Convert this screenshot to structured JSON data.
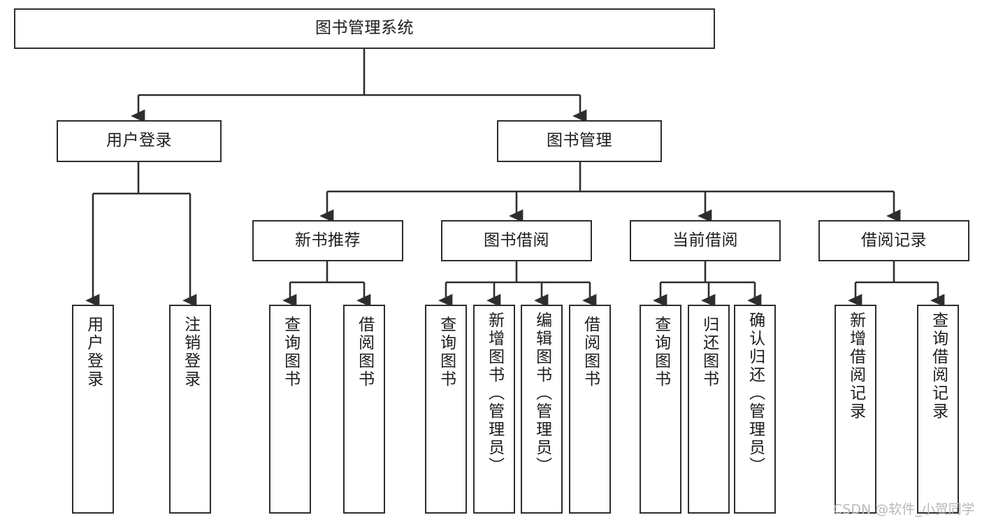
{
  "diagram": {
    "title": "图书管理系统",
    "type": "hierarchy-tree",
    "root": {
      "label": "图书管理系统"
    },
    "level2": [
      {
        "label": "用户登录"
      },
      {
        "label": "图书管理"
      }
    ],
    "level3": [
      {
        "label": "新书推荐"
      },
      {
        "label": "图书借阅"
      },
      {
        "label": "当前借阅"
      },
      {
        "label": "借阅记录"
      }
    ],
    "leaves": {
      "user_login": [
        {
          "label": "用户登录"
        },
        {
          "label": "注销登录"
        }
      ],
      "new_book_recommend": [
        {
          "label": "查询图书"
        },
        {
          "label": "借阅图书"
        }
      ],
      "book_borrow": [
        {
          "label": "查询图书"
        },
        {
          "label": "新增图书（管理员）"
        },
        {
          "label": "编辑图书（管理员）"
        },
        {
          "label": "借阅图书"
        }
      ],
      "current_borrow": [
        {
          "label": "查询图书"
        },
        {
          "label": "归还图书"
        },
        {
          "label": "确认归还（管理员）"
        }
      ],
      "borrow_record": [
        {
          "label": "新增借阅记录"
        },
        {
          "label": "查询借阅记录"
        }
      ]
    }
  },
  "watermark": {
    "text": "CSDN @软件_小贺同学"
  },
  "colors": {
    "stroke": "#2e2e2e",
    "fill": "#ffffff",
    "text": "#1d1d1d",
    "watermark": "#b9b9b9"
  }
}
